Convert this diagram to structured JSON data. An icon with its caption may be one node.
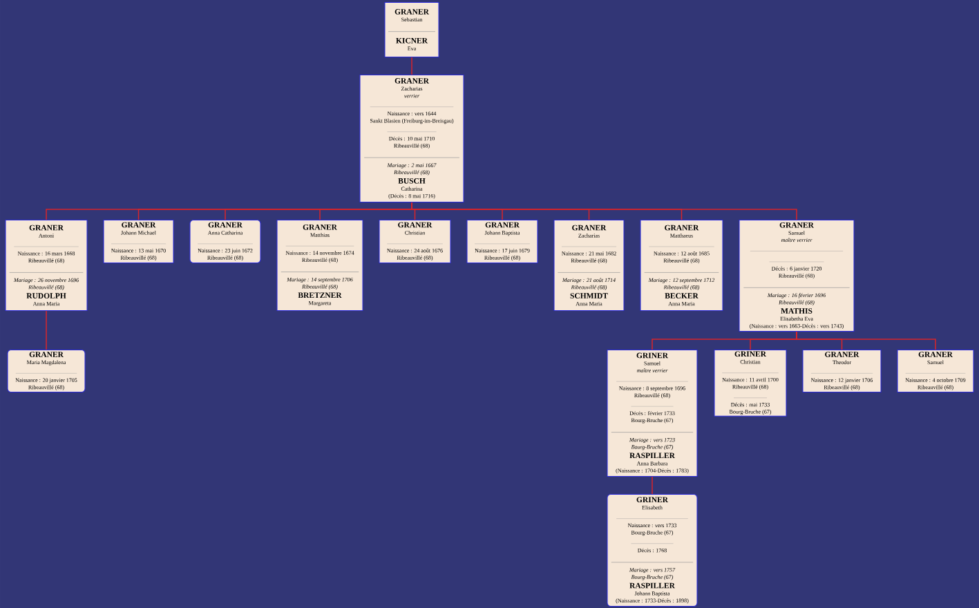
{
  "diagram": {
    "nodes": [
      {
        "text": [
          "GRANER",
          "Sebastian",
          "KICNER",
          "Eva"
        ]
      },
      {
        "text": [
          "GRANER",
          "Zacharias",
          "verrier",
          "Naissance : vers 1644",
          "Sankt Blasien (Freiburg-im-Breisgau)",
          "Décès : 10 mai 1710",
          "Ribeauvillé (68)",
          "Mariage : 2 mai 1667",
          "Ribeauvillé (68)",
          "BUSCH",
          "Catharina",
          "(Décès : 8 mai 1716)"
        ]
      },
      {
        "text": [
          "GRANER",
          "Antoni",
          "Naissance : 16 mars 1668",
          "Ribeauvillé (68)",
          "Mariage : 26 novembre 1696",
          "Ribeauvillé (68)",
          "RUDOLPH",
          "Anna Maria"
        ]
      },
      {
        "text": [
          "GRANER",
          "Johann Michael",
          "Naissance : 13 mai 1670",
          "Ribeauvillé (68)"
        ]
      },
      {
        "text": [
          "GRANER",
          "Anna Catharina",
          "Naissance : 23 juin 1672",
          "Ribeauvillé (68)"
        ]
      },
      {
        "text": [
          "GRANER",
          "Matthias",
          "Naissance : 14 novembre 1674",
          "Ribeauvillé (68)",
          "Mariage : 14 septembre 1706",
          "Ribeauvillé (68)",
          "BRETZNER",
          "Margareta"
        ]
      },
      {
        "text": [
          "GRANER",
          "Christian",
          "Naissance : 24 août 1676",
          "Ribeauvillé (68)"
        ]
      },
      {
        "text": [
          "GRANER",
          "Johann Baptista",
          "Naissance : 17 juin 1679",
          "Ribeauvillé (68)"
        ]
      },
      {
        "text": [
          "GRANER",
          "Zacharias",
          "Naissance : 21 mai 1682",
          "Ribeauvillé (68)",
          "Mariage : 21 août 1714",
          "Ribeauvillé (68)",
          "SCHMIDT",
          "Anna Maria"
        ]
      },
      {
        "text": [
          "GRANER",
          "Matthaeus",
          "Naissance : 12 août 1685",
          "Ribeauvillé (68)",
          "Mariage : 12 septembre 1712",
          "Ribeauvillé (68)",
          "BECKER",
          "Anna Maria"
        ]
      },
      {
        "text": [
          "GRANER",
          "Samuel",
          "maître verrier",
          "Décès : 6 janvier 1720",
          "Ribeauvillé (68)",
          "Mariage : 16 février 1696",
          "Ribeauvillé (68)",
          "MATHIS",
          "Elisabetha Eva",
          "(Naissance : vers 1663-Décès : vers 1743)"
        ]
      },
      {
        "text": [
          "GRANER",
          "Maria Magdalena",
          "Naissance : 20 janvier 1705",
          "Ribeauvillé (68)"
        ]
      },
      {
        "text": [
          "GRINER",
          "Samuel",
          "maître verrier",
          "Naissance : 8 septembre 1696",
          "Ribeauvillé (68)",
          "Décès : février 1733",
          "Bourg-Bruche (67)",
          "Mariage : vers 1723",
          "Bourg-Bruche (67)",
          "RASPILLER",
          "Anna Barbara",
          "(Naissance : 1704-Décès : 1783)"
        ]
      },
      {
        "text": [
          "GRINER",
          "Christian",
          "Naissance : 11 avril 1700",
          "Ribeauvillé (68)",
          "Décès : mai 1733",
          "Bourg-Bruche (67)"
        ]
      },
      {
        "text": [
          "GRANER",
          "Theodor",
          "Naissance : 12 janvier 1706",
          "Ribeauvillé (68)"
        ]
      },
      {
        "text": [
          "GRANER",
          "Samuel",
          "Naissance : 4 octobre 1709",
          "Ribeauvillé (68)"
        ]
      },
      {
        "text": [
          "GRINER",
          "Elisabeth",
          "Naissance : vers 1733",
          "Bourg-Bruche (67)",
          "Décès : 1768",
          "Mariage : vers 1757",
          "Bourg-Bruche (67)",
          "RASPILLER",
          "Johann Baptista",
          "(Naissance : 1733-Décès : 1898)"
        ]
      }
    ],
    "edges": [
      {
        "from": 0,
        "to": 1,
        "arrow": "none"
      },
      {
        "from": 1,
        "to": 2,
        "arrow": "none"
      },
      {
        "from": 1,
        "to": 3,
        "arrow": "none"
      },
      {
        "from": 1,
        "to": 4,
        "arrow": "none"
      },
      {
        "from": 1,
        "to": 5,
        "arrow": "none"
      },
      {
        "from": 1,
        "to": 6,
        "arrow": "none"
      },
      {
        "from": 1,
        "to": 7,
        "arrow": "none"
      },
      {
        "from": 1,
        "to": 8,
        "arrow": "none"
      },
      {
        "from": 1,
        "to": 9,
        "arrow": "none"
      },
      {
        "from": 1,
        "to": 10,
        "arrow": "none"
      },
      {
        "from": 2,
        "to": 11,
        "arrow": "none"
      },
      {
        "from": 10,
        "to": 12,
        "arrow": "none"
      },
      {
        "from": 10,
        "to": 13,
        "arrow": "none"
      },
      {
        "from": 10,
        "to": 14,
        "arrow": "none"
      },
      {
        "from": 10,
        "to": 15,
        "arrow": "none"
      },
      {
        "from": 12,
        "to": 16,
        "arrow": "none"
      }
    ]
  }
}
